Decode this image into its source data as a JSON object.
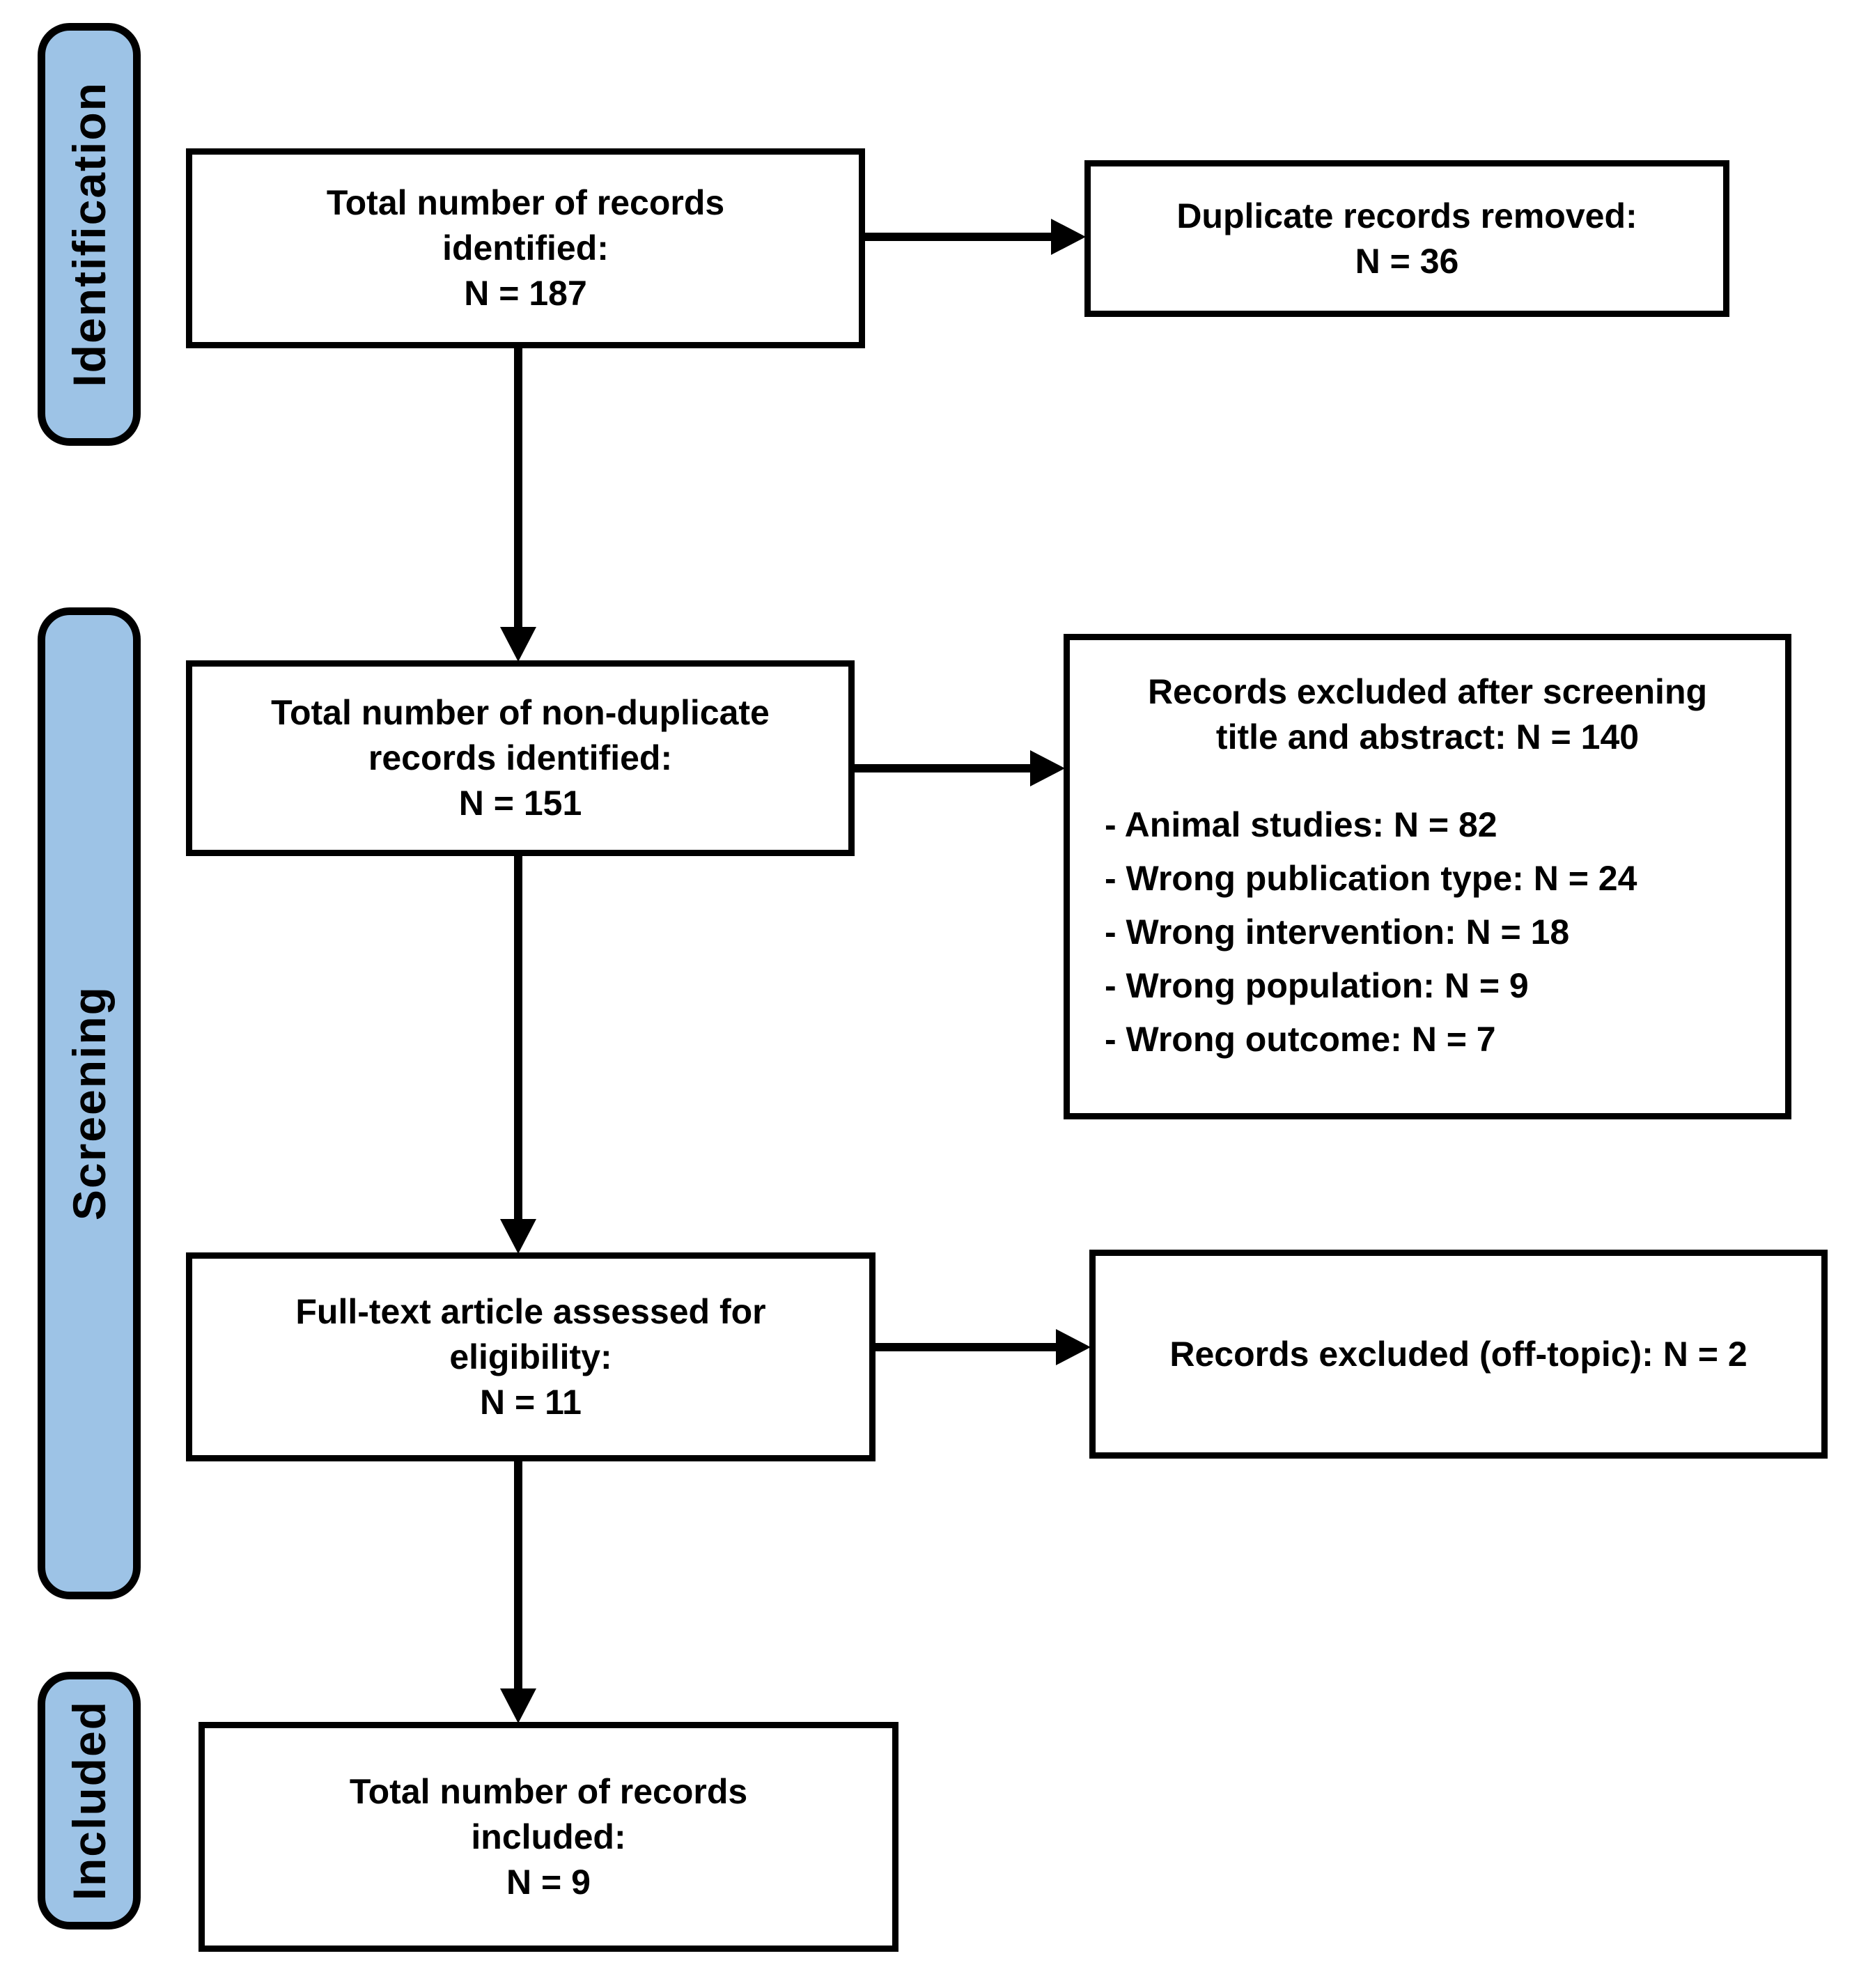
{
  "sidebar": {
    "stages": [
      {
        "label": "Identification"
      },
      {
        "label": "Screening"
      },
      {
        "label": "Included"
      }
    ]
  },
  "boxes": {
    "identified": {
      "lines": [
        "Total number of records",
        "identified:",
        "N = 187"
      ]
    },
    "duplicates_removed": {
      "lines": [
        "Duplicate records removed:",
        "N = 36"
      ]
    },
    "non_duplicates": {
      "lines": [
        "Total number of non-duplicate",
        "records identified:",
        "N = 151"
      ]
    },
    "excluded_screening": {
      "title_lines": [
        "Records excluded after screening",
        "title and abstract: N = 140"
      ],
      "reasons": [
        "- Animal studies: N = 82",
        "- Wrong publication type: N = 24",
        "- Wrong intervention: N = 18",
        "- Wrong population: N = 9",
        "- Wrong outcome: N = 7"
      ]
    },
    "fulltext": {
      "lines": [
        "Full-text article assessed for",
        "eligibility:",
        "N = 11"
      ]
    },
    "excluded_offtopic": {
      "lines": [
        "Records excluded (off-topic): N = 2"
      ]
    },
    "included": {
      "lines": [
        "Total number of records",
        "included:",
        "N = 9"
      ]
    }
  },
  "colors": {
    "stage_fill": "#9DC3E6",
    "border": "#000000",
    "text": "#000000",
    "background": "#FFFFFF"
  }
}
